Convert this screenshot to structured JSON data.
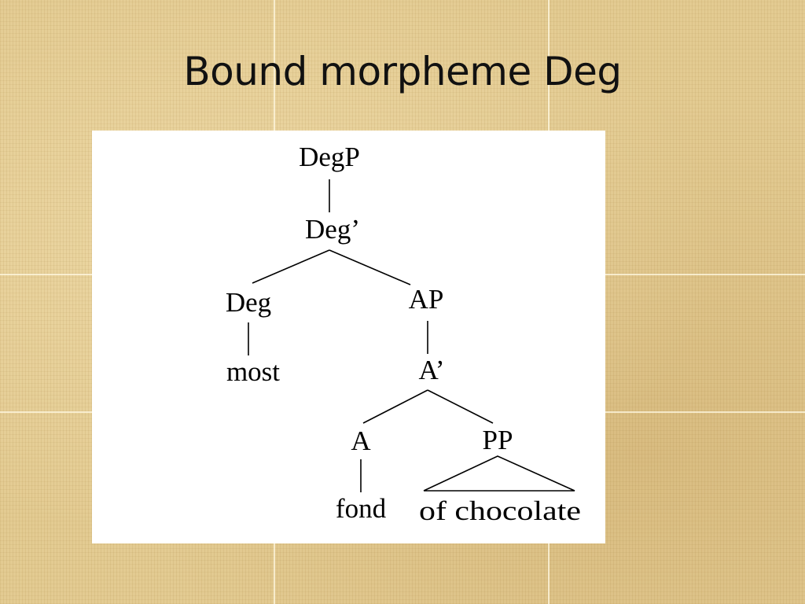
{
  "slide": {
    "title": "Bound morpheme Deg"
  },
  "tree": {
    "labels": {
      "degp": "DegP",
      "deg_bar": "Deg’",
      "deg": "Deg",
      "ap": "AP",
      "most": "most",
      "a_bar": "A’",
      "a": "A",
      "pp": "PP",
      "fond": "fond",
      "of_chocolate": "of chocolate"
    }
  }
}
